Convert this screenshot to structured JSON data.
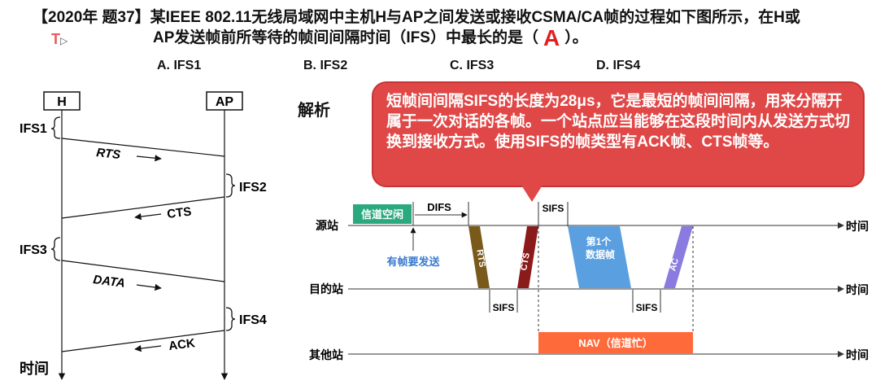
{
  "question": {
    "line1": "【2020年 题37】某IEEE 802.11无线局域网中主机H与AP之间发送或接收CSMA/CA帧的过程如下图所示，在H或",
    "line2_pre": "AP发送帧前所等待的帧间间隔时间（IFS）中最长的是（",
    "answer": "A",
    "line2_post": "）。",
    "options": [
      "A. IFS1",
      "B. IFS2",
      "C. IFS3",
      "D. IFS4"
    ]
  },
  "left_diagram": {
    "host": "H",
    "ap": "AP",
    "ifs": [
      "IFS1",
      "IFS2",
      "IFS3",
      "IFS4"
    ],
    "frames": [
      "RTS",
      "CTS",
      "DATA",
      "ACK"
    ],
    "time_label": "时间"
  },
  "jiexi_label": "解析",
  "callout_text": "短帧间间隔SIFS的长度为28μs，它是最短的帧间间隔，用来分隔开属于一次对话的各帧。一个站点应当能够在这段时间内从发送方式切换到接收方式。使用SIFS的帧类型有ACK帧、CTS帧等。",
  "right_diagram": {
    "stations": [
      "源站",
      "目的站",
      "其他站"
    ],
    "time_label": "时间",
    "channel_idle": "信道空闲",
    "difs": "DIFS",
    "sifs": "SIFS",
    "has_frame": "有帧要发送",
    "rts": "RTS",
    "cts": "CTS",
    "data_frame_line1": "第1个",
    "data_frame_line2": "数据帧",
    "ack": "AC",
    "nav": "NAV（信道忙）"
  },
  "colors": {
    "answer": "#e02020",
    "callout": "#e04848",
    "idle": "#2aa87e",
    "rts": "#7a5a1a",
    "cts": "#8b1a1a",
    "data": "#5aa0e0",
    "ack": "#8a7be0",
    "nav": "#ff6a3a",
    "has_frame": "#3a7ad0"
  }
}
